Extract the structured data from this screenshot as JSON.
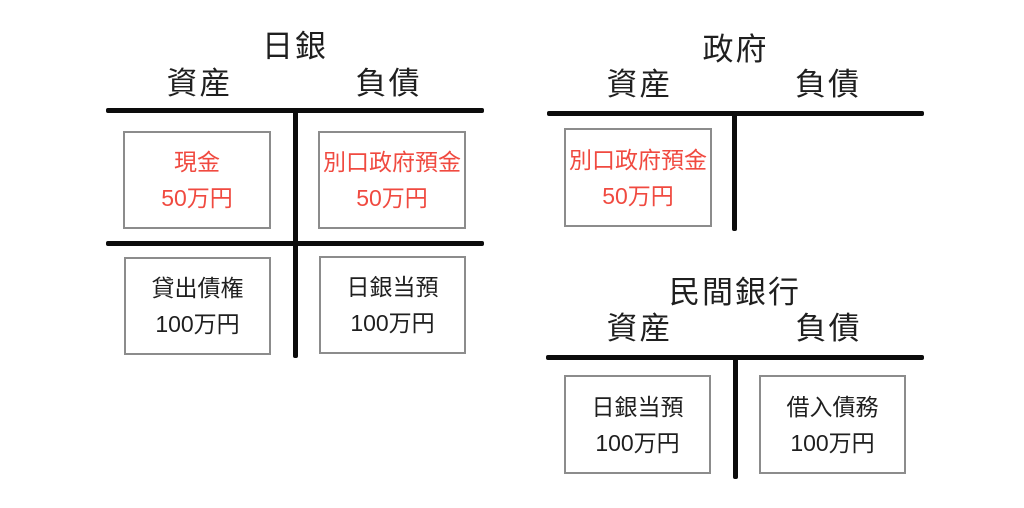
{
  "colors": {
    "highlight_text": "#f04a40",
    "normal_text": "#1f1f1f",
    "t_line": "#0c0c0c",
    "box_border": "#8c8c8c",
    "background": "#ffffff"
  },
  "accounts": [
    {
      "title": "日銀",
      "assets_label": "資産",
      "liabilities_label": "負債",
      "entries": {
        "cash": {
          "name": "現金",
          "amount": "50万円",
          "highlighted": true,
          "side": "assets"
        },
        "betsuguchi_deposit": {
          "name": "別口政府預金",
          "amount": "50万円",
          "highlighted": true,
          "side": "liabilities"
        },
        "loan_receivable": {
          "name": "貸出債権",
          "amount": "100万円",
          "highlighted": false,
          "side": "assets"
        },
        "boj_current_account": {
          "name": "日銀当預",
          "amount": "100万円",
          "highlighted": false,
          "side": "liabilities"
        }
      }
    },
    {
      "title": "政府",
      "assets_label": "資産",
      "liabilities_label": "負債",
      "entries": {
        "betsuguchi_deposit": {
          "name": "別口政府預金",
          "amount": "50万円",
          "highlighted": true,
          "side": "assets"
        }
      }
    },
    {
      "title": "民間銀行",
      "assets_label": "資産",
      "liabilities_label": "負債",
      "entries": {
        "boj_current_account": {
          "name": "日銀当預",
          "amount": "100万円",
          "highlighted": false,
          "side": "assets"
        },
        "borrowing_debt": {
          "name": "借入債務",
          "amount": "100万円",
          "highlighted": false,
          "side": "liabilities"
        }
      }
    }
  ]
}
